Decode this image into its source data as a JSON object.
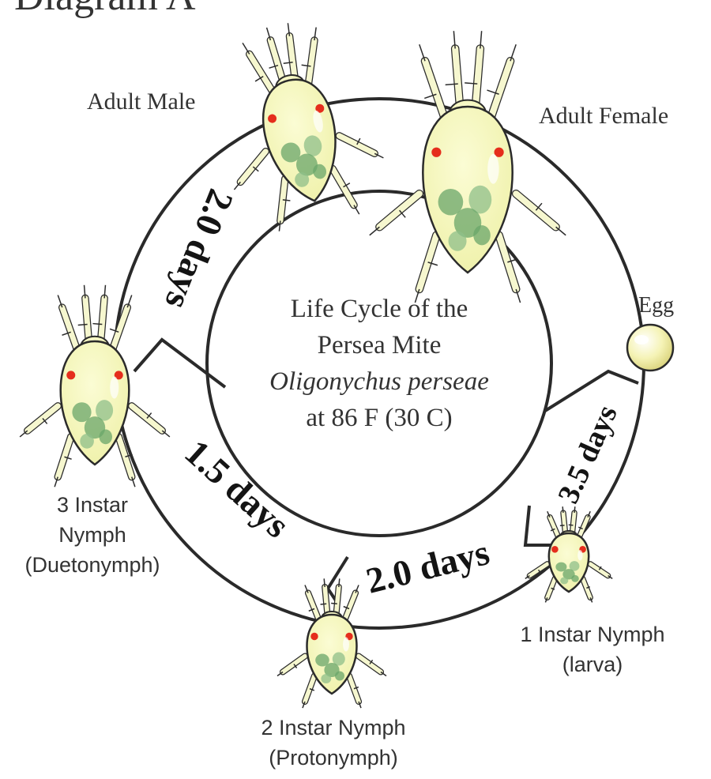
{
  "title": "Diagram A",
  "center": {
    "line1": "Life Cycle of the",
    "line2": "Persea Mite",
    "line3": "Oligonychus perseae",
    "line4": "at 86  F (30  C)"
  },
  "stages": {
    "adult_male": "Adult Male",
    "adult_female": "Adult Female",
    "egg": "Egg",
    "first_instar": {
      "line1": "1   Instar Nymph",
      "line2": "(larva)"
    },
    "second_instar": {
      "line1": "2   Instar Nymph",
      "line2": "(Protonymph)"
    },
    "third_instar": {
      "line1": "3   Instar",
      "line2": "Nymph",
      "line3": "(Duetonymph)"
    }
  },
  "durations": {
    "egg_to_larva": "3.5 days",
    "larva_to_protonymph": "2.0 days",
    "protonymph_to_deutonymph": "1.5 days",
    "deutonymph_to_adult": "2.0 days"
  },
  "colors": {
    "mite_body": "#f3f4b8",
    "mite_outline": "#2b2b2b",
    "eye_spot": "#e52d1c",
    "gut_green": "#6aa56a",
    "ring_line": "#2a2a2a"
  }
}
